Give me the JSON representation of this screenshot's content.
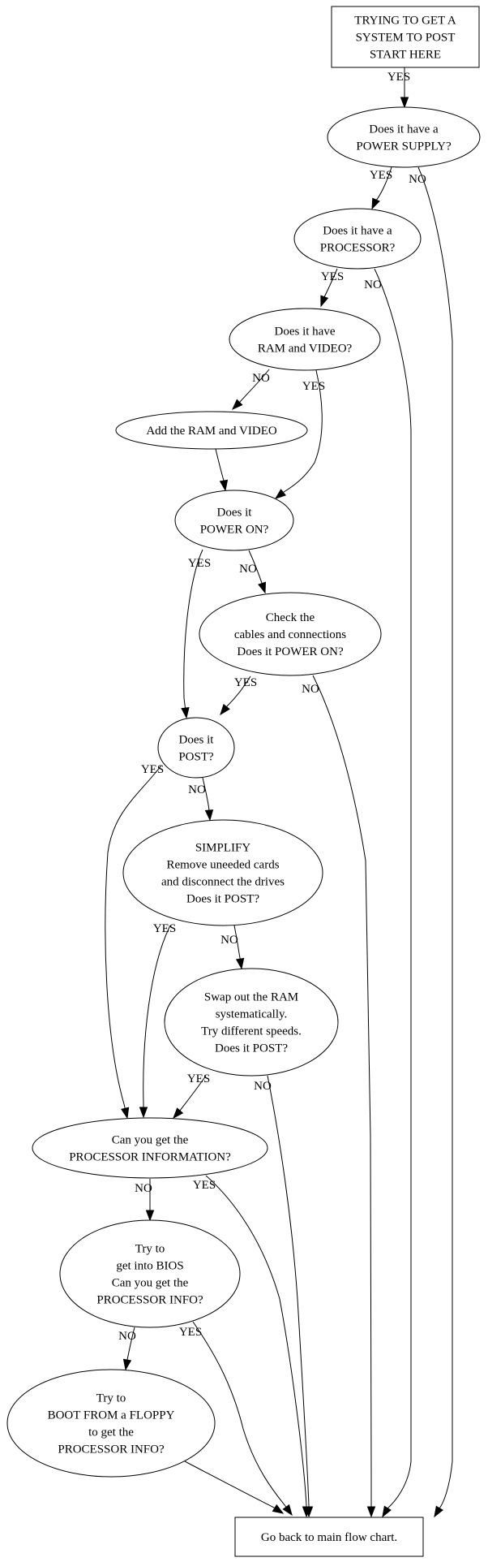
{
  "diagram": {
    "type": "flowchart",
    "nodes": [
      {
        "id": "start",
        "shape": "box",
        "lines": [
          "TRYING TO GET A",
          "SYSTEM TO POST",
          "START HERE"
        ]
      },
      {
        "id": "psu",
        "shape": "ellipse",
        "lines": [
          "Does it have a",
          "POWER SUPPLY?"
        ]
      },
      {
        "id": "cpu",
        "shape": "ellipse",
        "lines": [
          "Does it have a",
          "PROCESSOR?"
        ]
      },
      {
        "id": "ramvideo",
        "shape": "ellipse",
        "lines": [
          "Does it have",
          "RAM and VIDEO?"
        ]
      },
      {
        "id": "addram",
        "shape": "ellipse",
        "lines": [
          "Add the RAM and VIDEO"
        ]
      },
      {
        "id": "poweron",
        "shape": "ellipse",
        "lines": [
          "Does it",
          "POWER ON?"
        ]
      },
      {
        "id": "cables",
        "shape": "ellipse",
        "lines": [
          "Check the",
          "cables and connections",
          "Does it POWER ON?"
        ]
      },
      {
        "id": "post",
        "shape": "ellipse",
        "lines": [
          "Does it",
          "POST?"
        ]
      },
      {
        "id": "simplify",
        "shape": "ellipse",
        "lines": [
          "SIMPLIFY",
          "Remove uneeded cards",
          "and disconnect the drives",
          "Does it POST?"
        ]
      },
      {
        "id": "swapram",
        "shape": "ellipse",
        "lines": [
          "Swap out the RAM",
          "systematically.",
          "Try different speeds.",
          "Does it POST?"
        ]
      },
      {
        "id": "cpuinfo",
        "shape": "ellipse",
        "lines": [
          "Can you get the",
          "PROCESSOR INFORMATION?"
        ]
      },
      {
        "id": "bios",
        "shape": "ellipse",
        "lines": [
          "Try to",
          "get into BIOS",
          "Can you get the",
          "PROCESSOR INFO?"
        ]
      },
      {
        "id": "floppy",
        "shape": "ellipse",
        "lines": [
          "Try to",
          "BOOT FROM a FLOPPY",
          "to get the",
          "PROCESSOR INFO?"
        ]
      },
      {
        "id": "end",
        "shape": "box",
        "lines": [
          "Go back to main flow chart."
        ]
      }
    ],
    "edges": [
      {
        "from": "start",
        "to": "psu",
        "label": "YES"
      },
      {
        "from": "psu",
        "to": "cpu",
        "label": "YES"
      },
      {
        "from": "psu",
        "to": "end",
        "label": "NO"
      },
      {
        "from": "cpu",
        "to": "ramvideo",
        "label": "YES"
      },
      {
        "from": "cpu",
        "to": "end",
        "label": "NO"
      },
      {
        "from": "ramvideo",
        "to": "addram",
        "label": "NO"
      },
      {
        "from": "ramvideo",
        "to": "poweron",
        "label": "YES"
      },
      {
        "from": "addram",
        "to": "poweron",
        "label": ""
      },
      {
        "from": "poweron",
        "to": "post",
        "label": "YES"
      },
      {
        "from": "poweron",
        "to": "cables",
        "label": "NO"
      },
      {
        "from": "cables",
        "to": "post",
        "label": "YES"
      },
      {
        "from": "cables",
        "to": "end",
        "label": "NO"
      },
      {
        "from": "post",
        "to": "cpuinfo",
        "label": "YES"
      },
      {
        "from": "post",
        "to": "simplify",
        "label": "NO"
      },
      {
        "from": "simplify",
        "to": "cpuinfo",
        "label": "YES"
      },
      {
        "from": "simplify",
        "to": "swapram",
        "label": "NO"
      },
      {
        "from": "swapram",
        "to": "cpuinfo",
        "label": "YES"
      },
      {
        "from": "swapram",
        "to": "end",
        "label": "NO"
      },
      {
        "from": "cpuinfo",
        "to": "bios",
        "label": "NO"
      },
      {
        "from": "cpuinfo",
        "to": "end",
        "label": "YES"
      },
      {
        "from": "bios",
        "to": "floppy",
        "label": "NO"
      },
      {
        "from": "bios",
        "to": "end",
        "label": "YES"
      },
      {
        "from": "floppy",
        "to": "end",
        "label": ""
      }
    ]
  }
}
